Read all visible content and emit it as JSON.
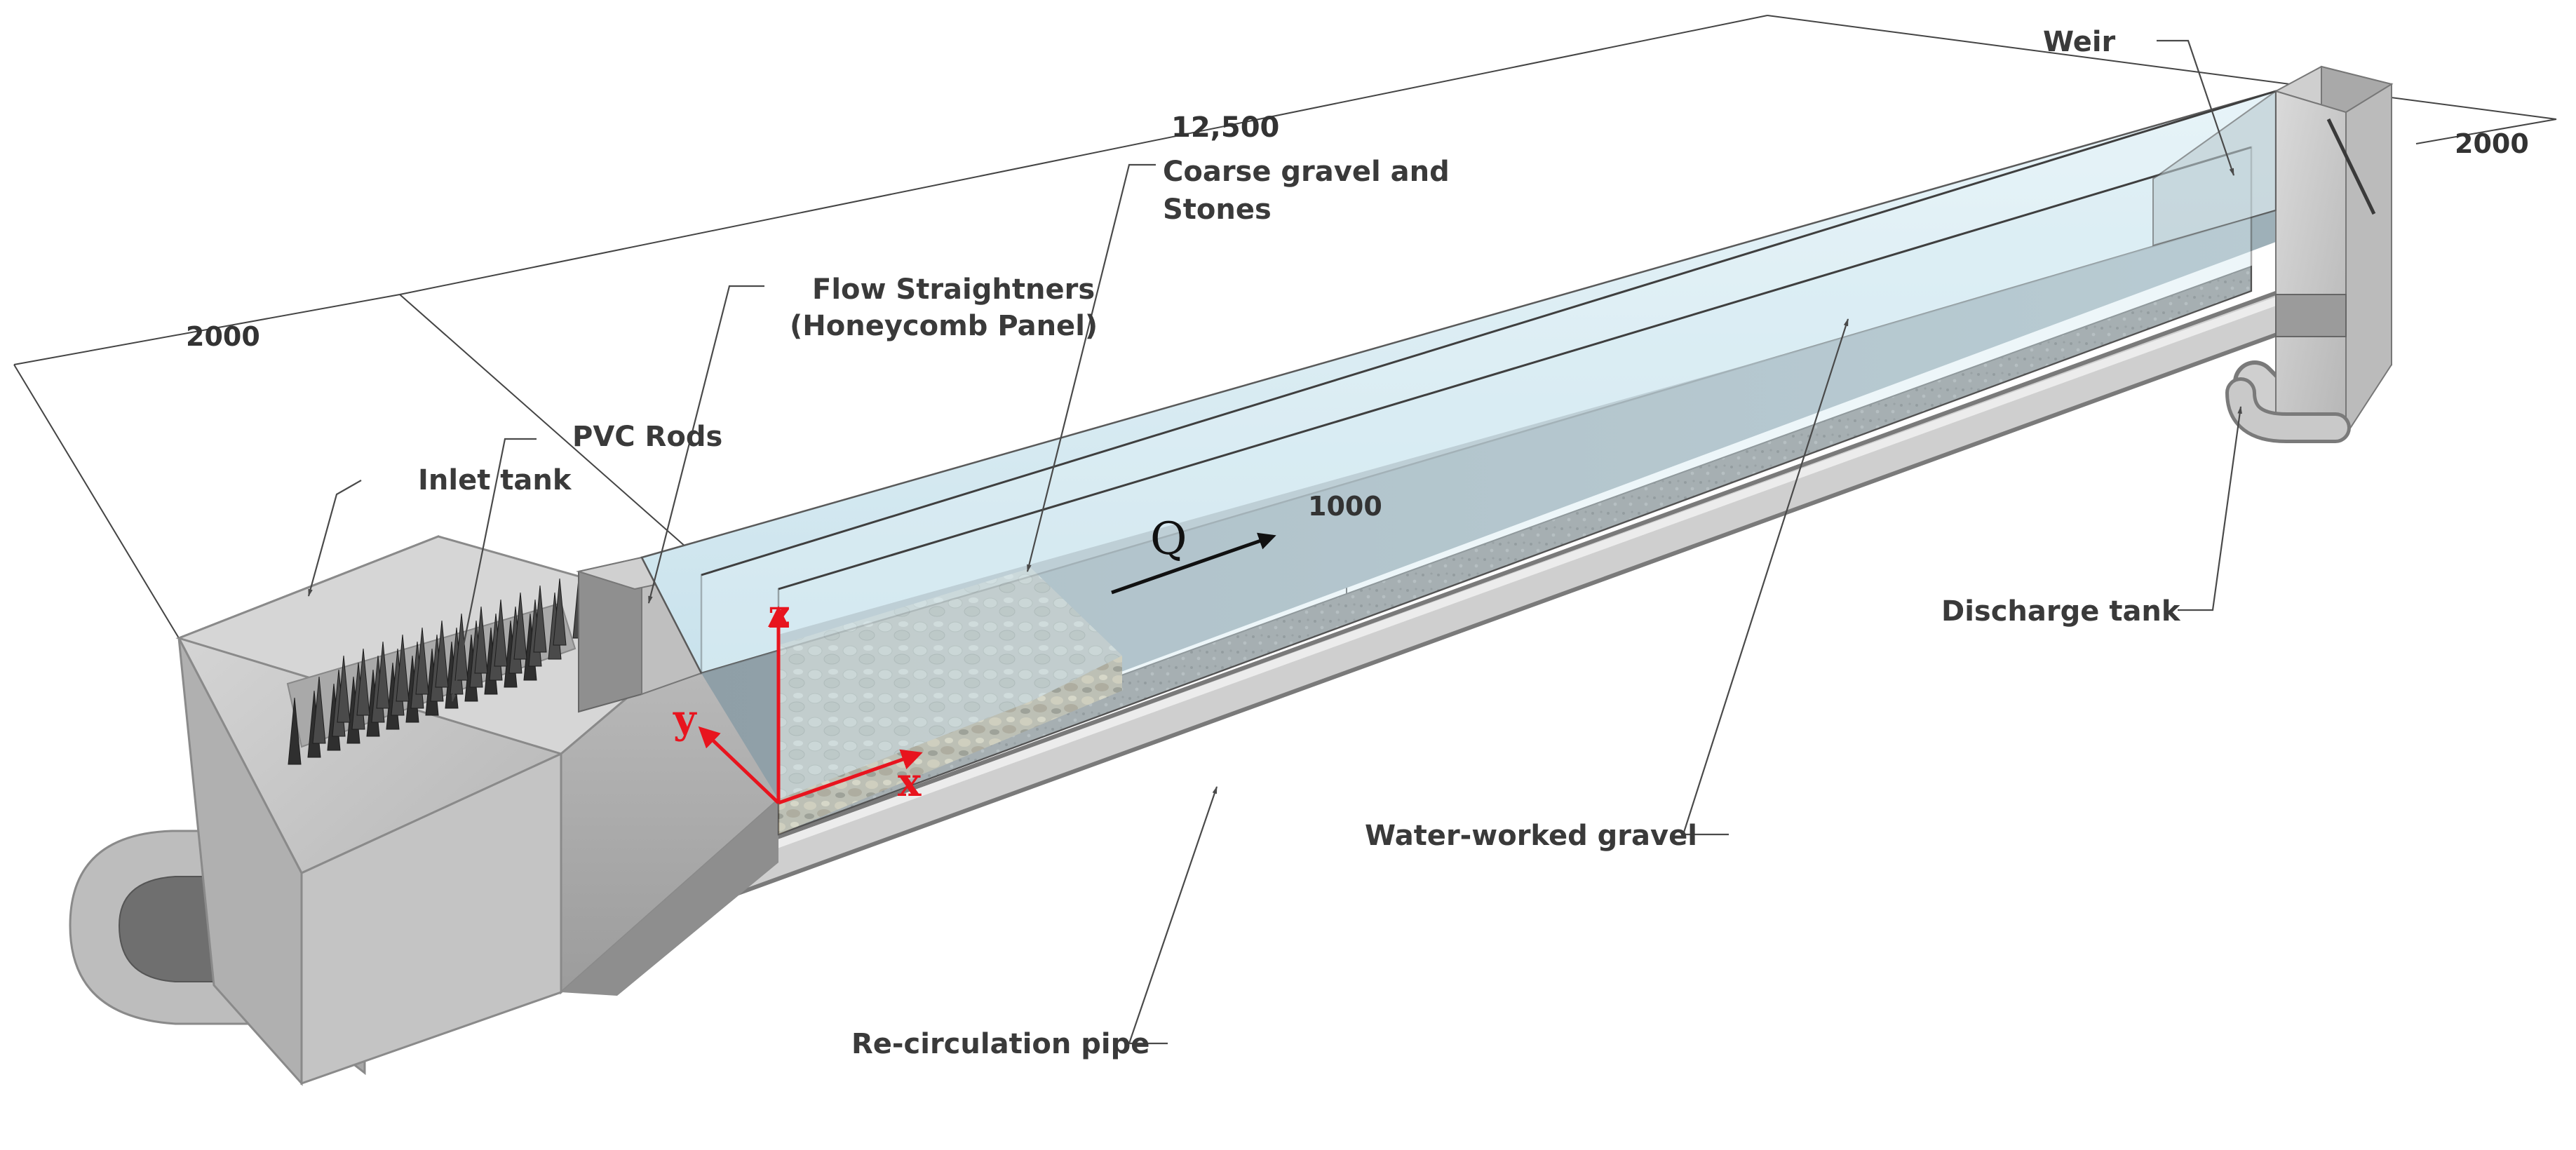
{
  "labels": {
    "weir": "Weir",
    "coarse_gravel_line1": "Coarse gravel and",
    "coarse_gravel_line2": "Stones",
    "flow_straightners_line1": "Flow Straightners",
    "flow_straightners_line2": "(Honeycomb Panel)",
    "pvc_rods": "PVC Rods",
    "inlet_tank": "Inlet tank",
    "discharge_tank": "Discharge tank",
    "water_worked_gravel": "Water-worked gravel",
    "recirculation_pipe": "Re-circulation pipe",
    "flow": "Q"
  },
  "dimensions": {
    "length": "12,500",
    "inlet_width": "2000",
    "outlet_width": "2000",
    "depth": "1000"
  },
  "axes": {
    "x": "x",
    "y": "y",
    "z": "z",
    "color": "#e8141e"
  },
  "colors": {
    "tank_gray": "#c9c9c9",
    "glass": "#d7ecf3",
    "pipe": "#c4c4c4",
    "gravel_bed": "#8d8d8d",
    "coarse_gravel": "#b8ae98"
  }
}
